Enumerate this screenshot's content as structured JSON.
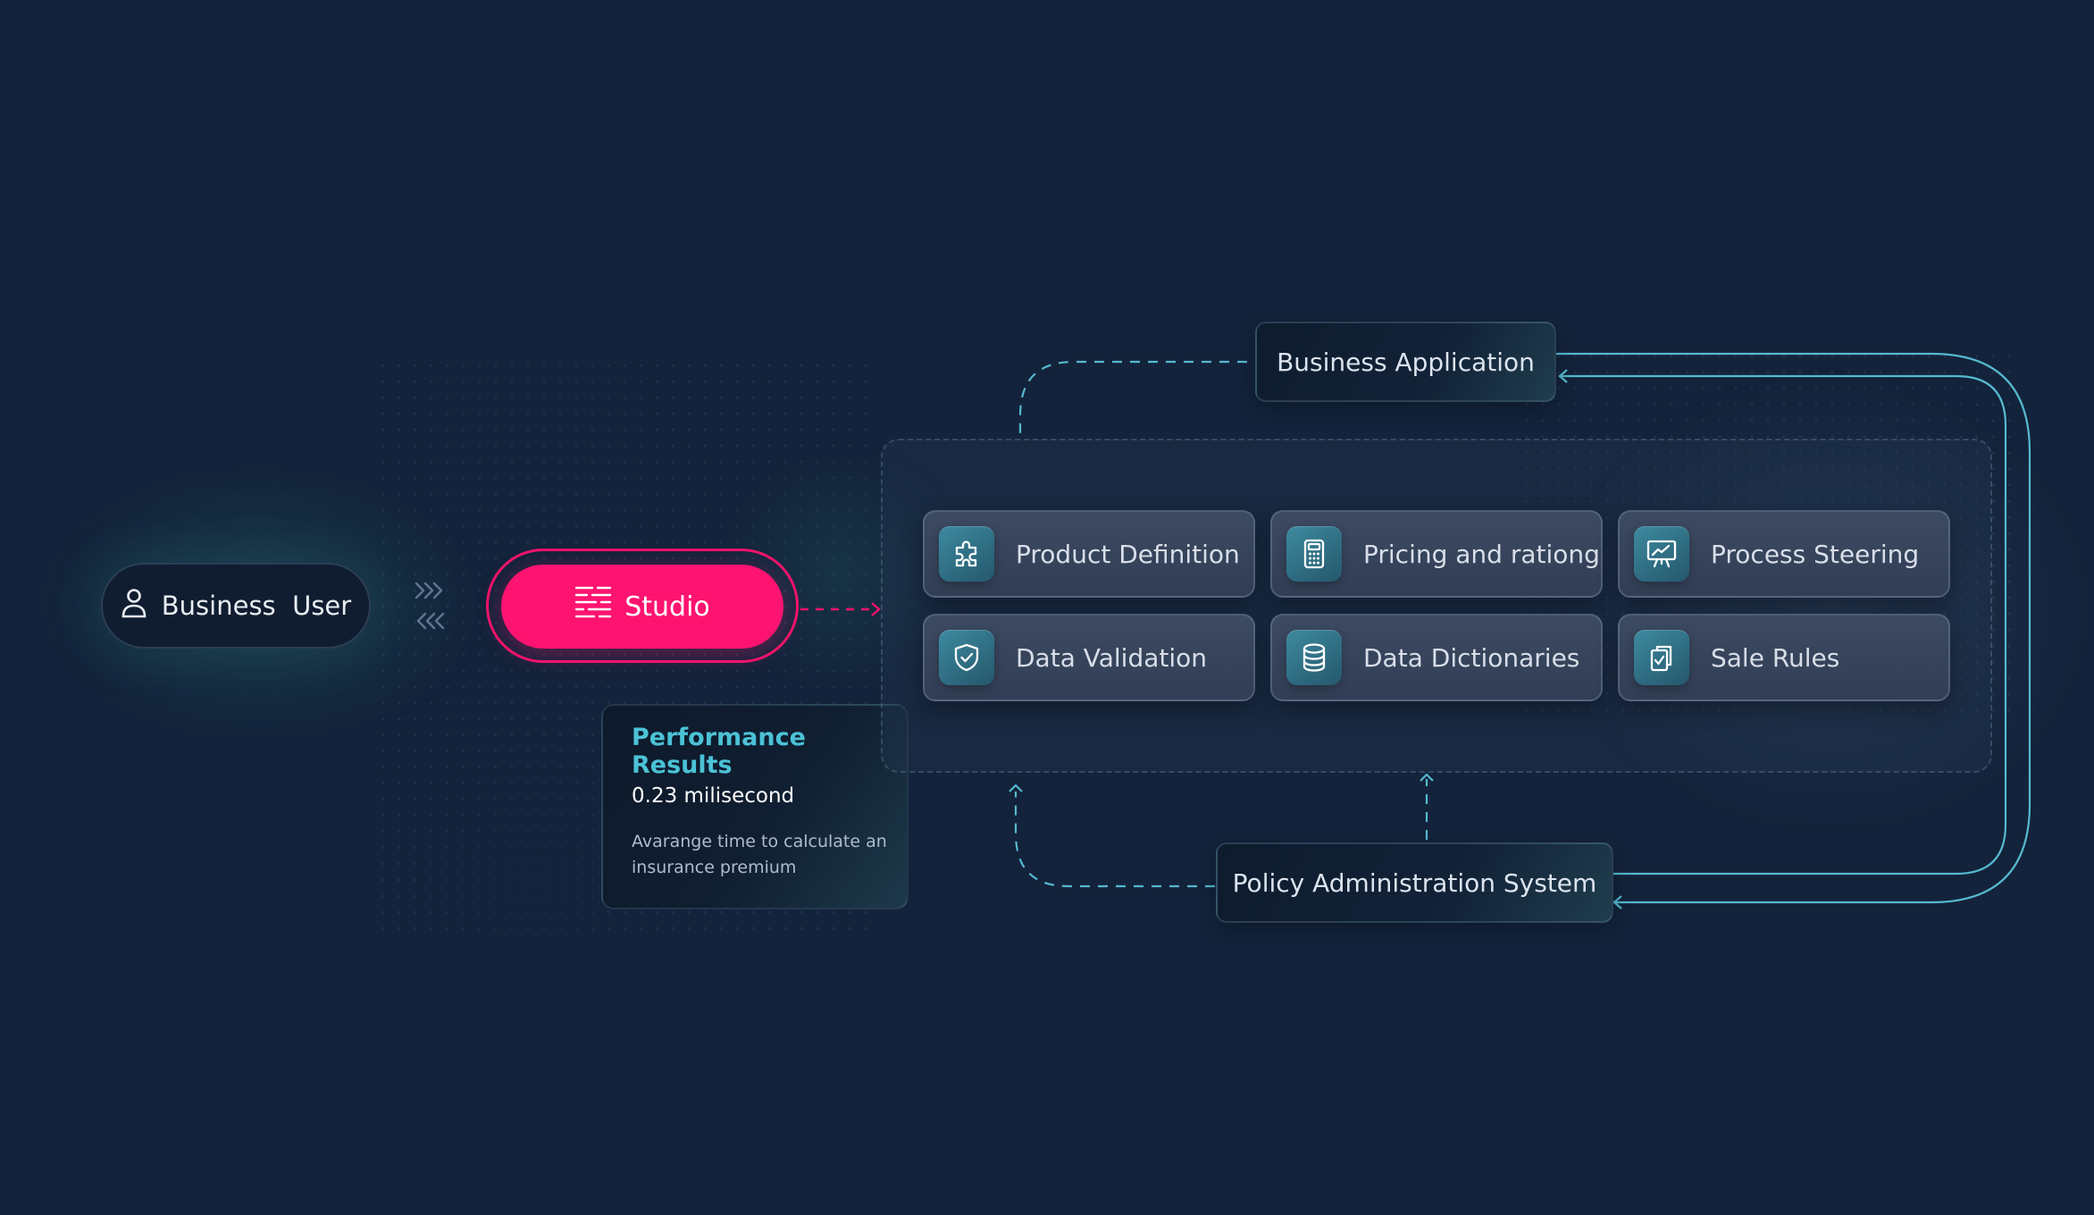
{
  "user": {
    "label": "Business  User",
    "icon": "user-icon"
  },
  "studio": {
    "label": "Studio",
    "icon": "studio-lines-icon",
    "accent": "#fe1470"
  },
  "performance": {
    "title": "Performance Results",
    "value": "0.23 milisecond",
    "description": "Avarange time to calculate an insurance premium"
  },
  "modules": [
    {
      "label": "Product Definition",
      "icon": "puzzle-icon"
    },
    {
      "label": "Pricing and rationg",
      "icon": "calculator-icon"
    },
    {
      "label": "Process Steering",
      "icon": "presentation-chart-icon"
    },
    {
      "label": "Data Validation",
      "icon": "shield-check-icon"
    },
    {
      "label": "Data Dictionaries",
      "icon": "database-icon"
    },
    {
      "label": "Sale Rules",
      "icon": "clipboard-check-icon"
    }
  ],
  "business_application": {
    "label": "Business Application"
  },
  "policy_system": {
    "label": "Policy Administration System"
  },
  "colors": {
    "background": "#13233b",
    "connector": "#55b9cf",
    "studio_pink": "#fe1470",
    "title_teal": "#4cc2d6"
  }
}
